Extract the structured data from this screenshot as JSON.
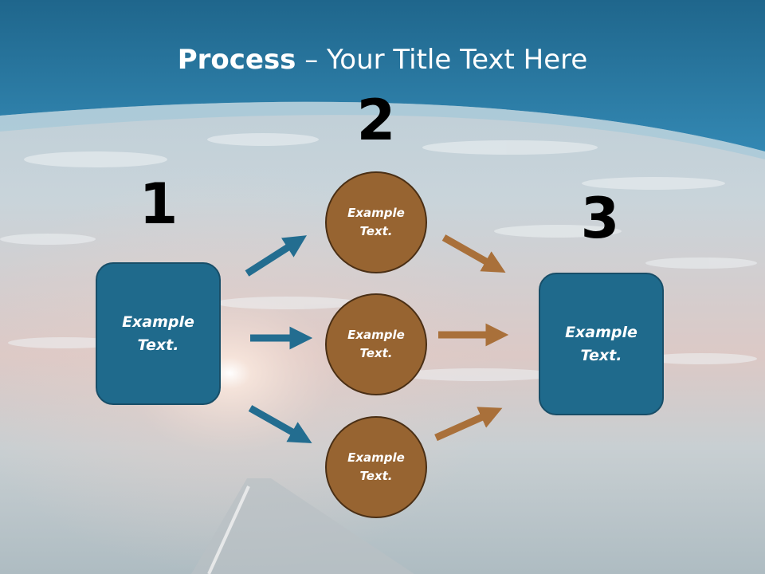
{
  "title": {
    "bold": "Process",
    "rest": " – Your Title Text Here"
  },
  "steps": {
    "one": "1",
    "two": "2",
    "three": "3"
  },
  "left_box": {
    "line1": "Example",
    "line2": "Text."
  },
  "right_box": {
    "line1": "Example",
    "line2": "Text."
  },
  "circles": [
    {
      "line1": "Example",
      "line2": "Text."
    },
    {
      "line1": "Example",
      "line2": "Text."
    },
    {
      "line1": "Example",
      "line2": "Text."
    }
  ],
  "colors": {
    "header_blue": "#2a7aa2",
    "box_blue": "#1f6a8c",
    "circle_brown": "#976431",
    "arrow_blue": "#236d90",
    "arrow_brown": "#a9703a"
  }
}
